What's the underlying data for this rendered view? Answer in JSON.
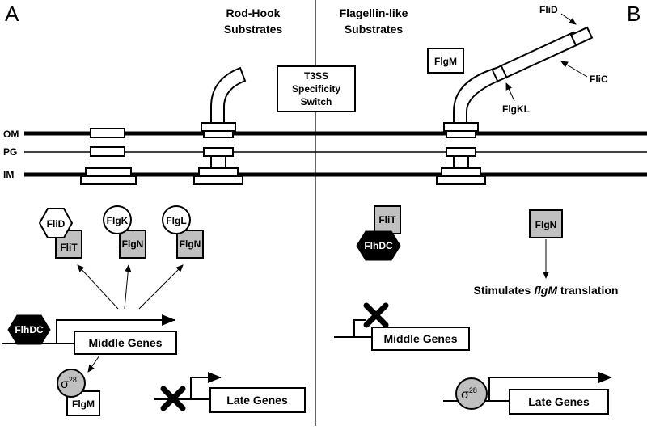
{
  "panels": {
    "a": {
      "letter": "A",
      "header_line1": "Rod-Hook",
      "header_line2": "Substrates"
    },
    "b": {
      "letter": "B",
      "header_line1": "Flagellin-like",
      "header_line2": "Substrates"
    }
  },
  "switch_box": {
    "line1": "T3SS",
    "line2": "Specificity",
    "line3": "Switch"
  },
  "membranes": {
    "om": "OM",
    "pg": "PG",
    "im": "IM"
  },
  "left": {
    "pairs": [
      {
        "top": "FliD",
        "bottom": "FliT"
      },
      {
        "top": "FlgK",
        "bottom": "FlgN"
      },
      {
        "top": "FlgL",
        "bottom": "FlgN"
      }
    ],
    "activator": "FlhDC",
    "middle_genes": "Middle Genes",
    "sigma": "σ",
    "sigma_sup": "28",
    "flgm": "FlgM",
    "late_genes": "Late Genes"
  },
  "right": {
    "flgm": "FlgM",
    "fliD": "FliD",
    "fliC": "FliC",
    "flgKL": "FlgKL",
    "flit": "FliT",
    "activator": "FlhDC",
    "flgn": "FlgN",
    "stimulates_prefix": "Stimulates ",
    "stimulates_gene": "flgM",
    "stimulates_suffix": " translation",
    "middle_genes": "Middle Genes",
    "sigma": "σ",
    "sigma_sup": "28",
    "late_genes": "Late Genes"
  }
}
